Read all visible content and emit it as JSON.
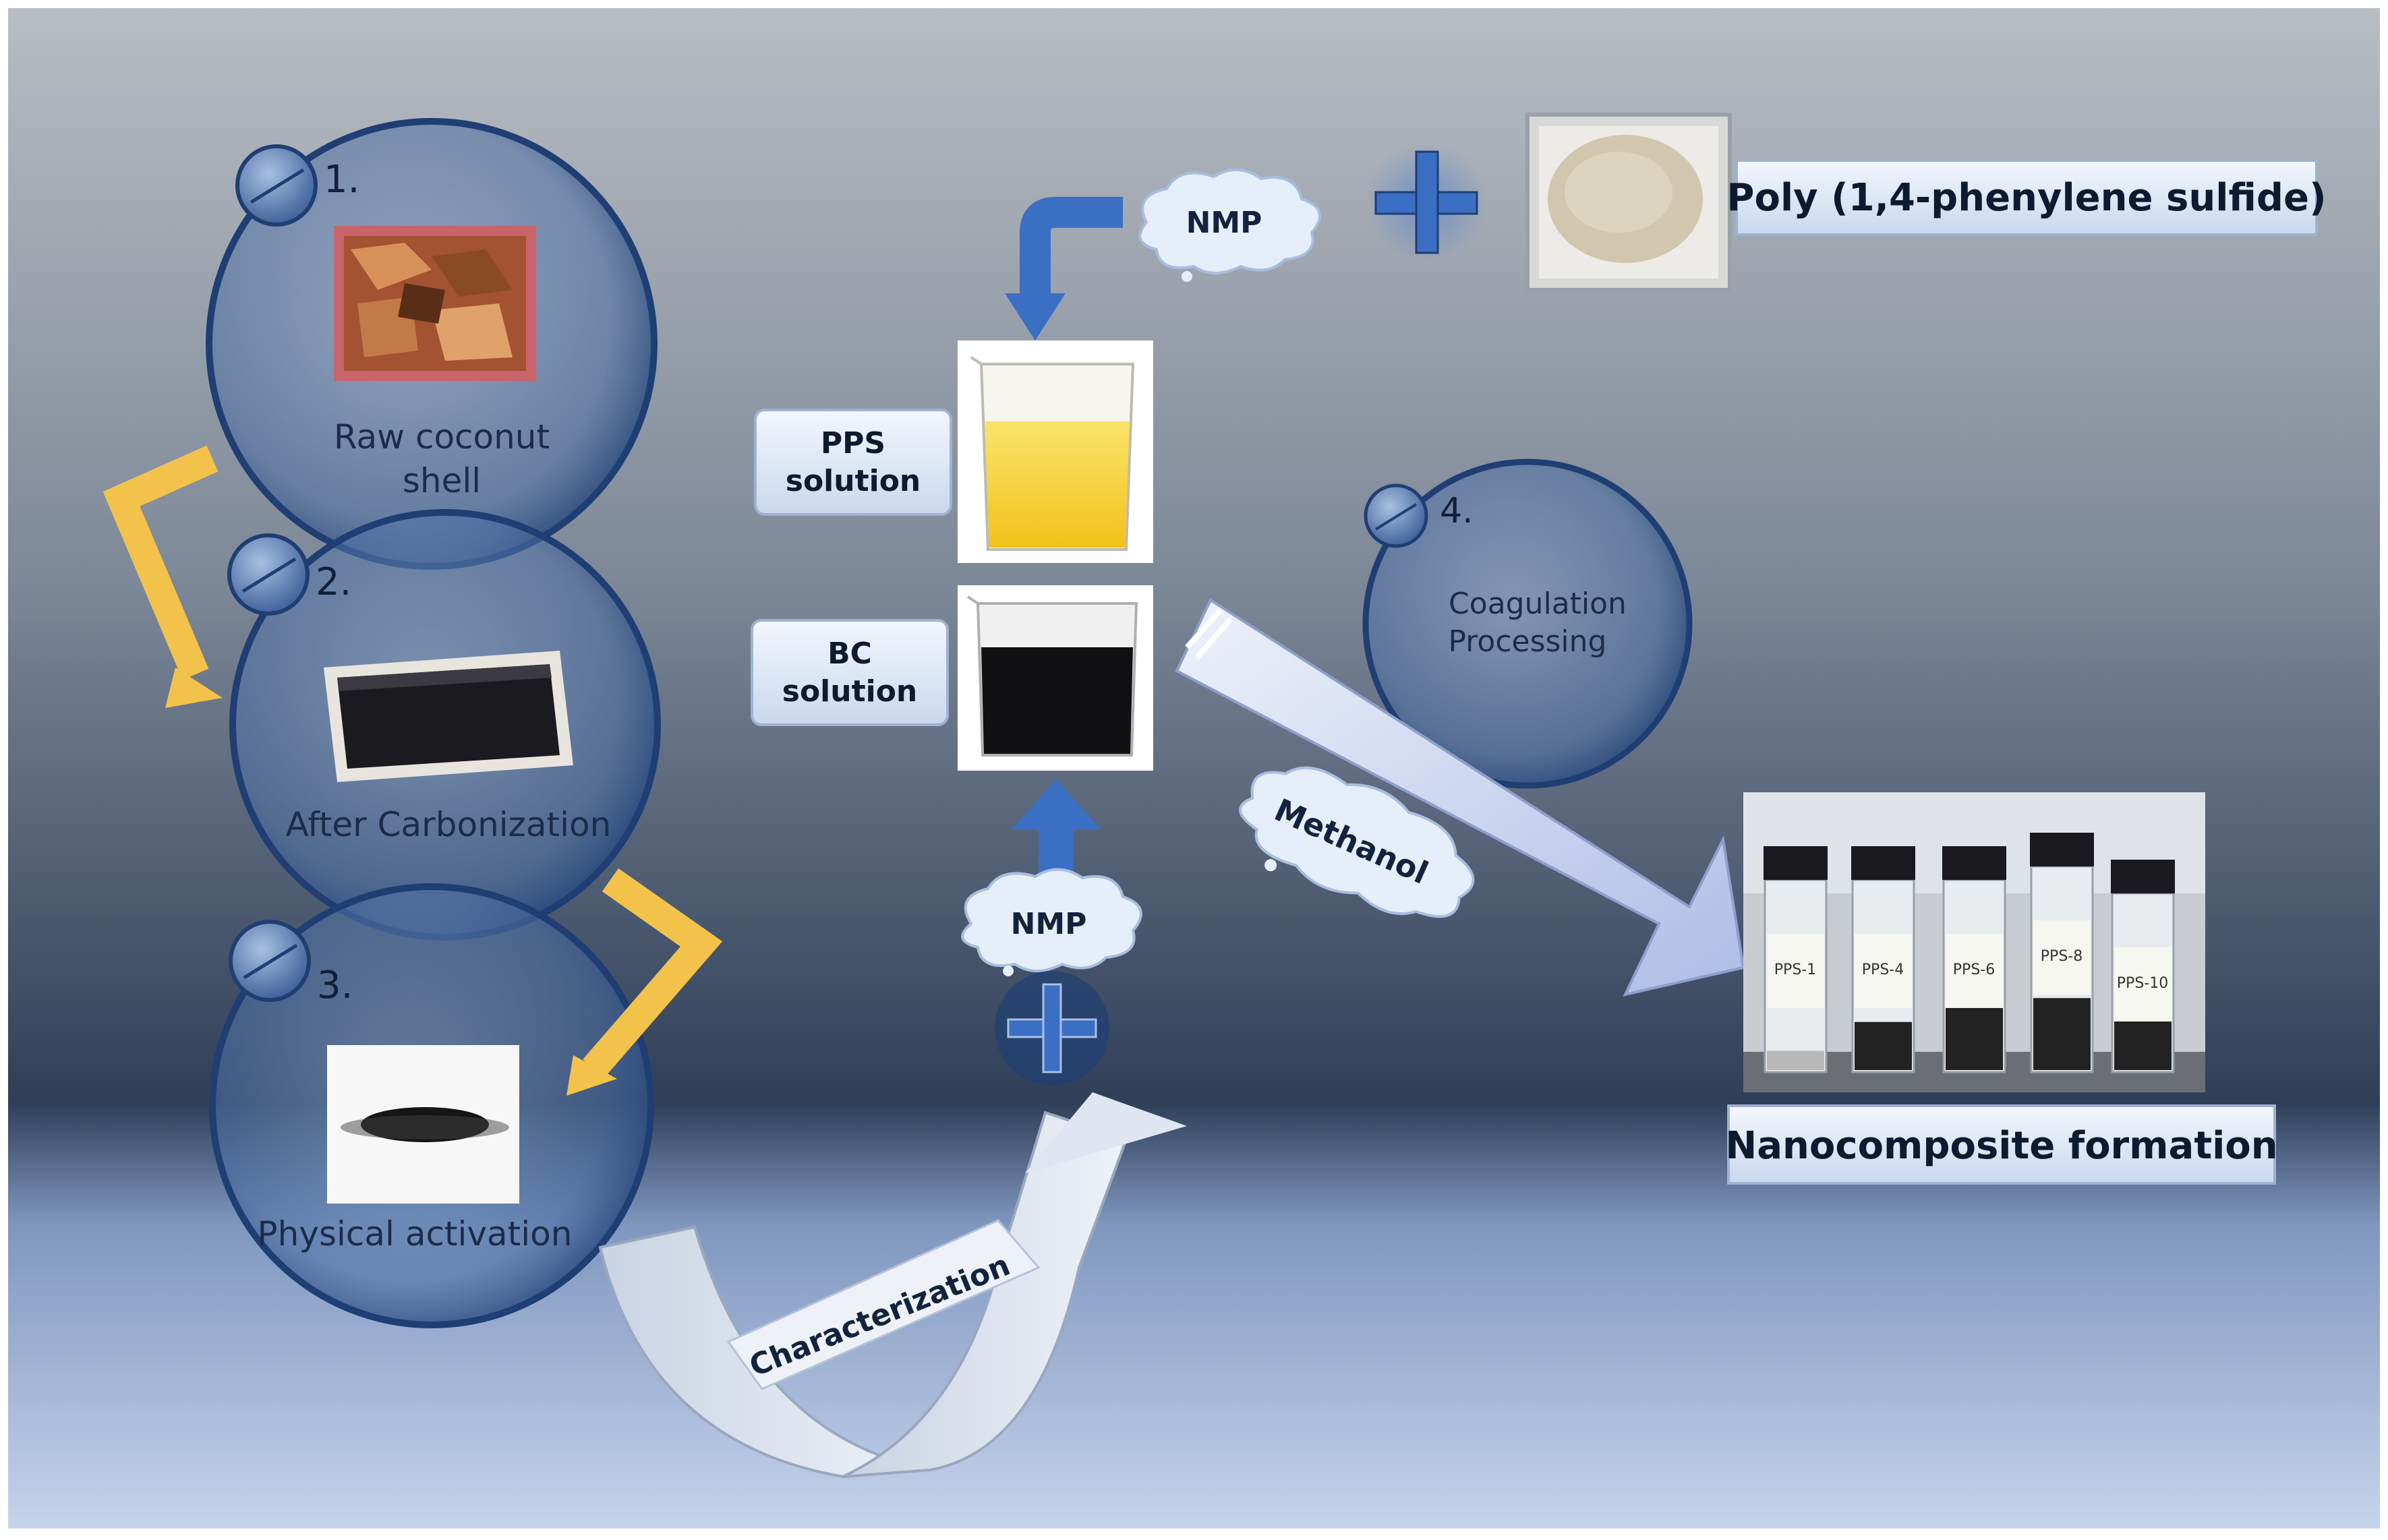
{
  "steps": {
    "s1_number": "1.",
    "s1_label_line1": "Raw coconut",
    "s1_label_line2": "shell",
    "s2_number": "2.",
    "s2_label": "After Carbonization",
    "s3_number": "3.",
    "s3_label": "Physical activation",
    "s4_number": "4.",
    "s4_label_line1": "Coagulation",
    "s4_label_line2": "Processing"
  },
  "boxes": {
    "pps_line1": "PPS",
    "pps_line2": "solution",
    "bc_line1": "BC",
    "bc_line2": "solution",
    "polymer": "Poly (1,4-phenylene sulfide)",
    "nanocomposite": "Nanocomposite  formation"
  },
  "clouds": {
    "nmp_top": "NMP",
    "nmp_bottom": "NMP",
    "methanol": "Methanol"
  },
  "arrows": {
    "characterization": "Characterization"
  },
  "vial_labels": [
    "PPS-1",
    "PPS-4",
    "PPS-6",
    "PPS-8",
    "PPS-10"
  ],
  "colors": {
    "bubble_fill": "#5d7fb0",
    "bubble_stroke": "#2d4f86",
    "yellow_arrow": "#f2c24a",
    "blue_arrow": "#3b6fc4",
    "box_fill": "#dbe7f7"
  }
}
